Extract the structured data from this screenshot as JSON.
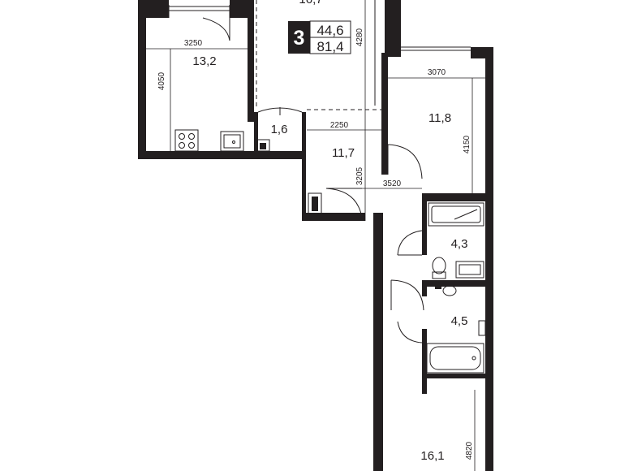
{
  "badge": {
    "rooms": "3",
    "living_area": "44,6",
    "total_area": "81,4"
  },
  "rooms": {
    "top_cut": "16,7",
    "kitchen": "13,2",
    "storage": "1,6",
    "hall": "11,7",
    "bedroom": "11,8",
    "bath1": "4,3",
    "bath2": "4,5",
    "living": "16,1"
  },
  "dimensions": {
    "kitchen_width": "3250",
    "kitchen_depth": "4050",
    "top_depth": "4280",
    "hall_width": "2250",
    "hall_depth": "3205",
    "corridor_width": "3520",
    "bedroom_width": "3070",
    "bedroom_depth": "4150",
    "living_depth": "4820"
  }
}
